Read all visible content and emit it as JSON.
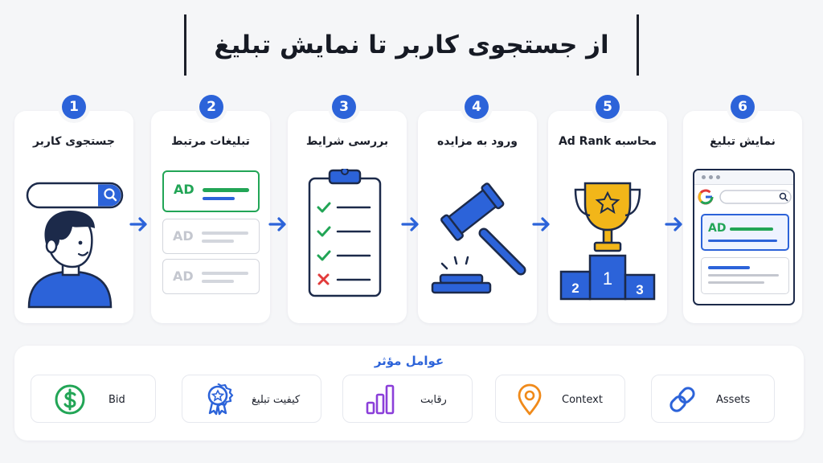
{
  "title": "از جستجوی کاربر تا نمایش تبلیغ",
  "steps": [
    {
      "number": "1",
      "label": "جستجوی کاربر"
    },
    {
      "number": "2",
      "label": "تبلیغات مرتبط"
    },
    {
      "number": "3",
      "label": "بررسی شرایط"
    },
    {
      "number": "4",
      "label": "ورود به مزایده"
    },
    {
      "number": "5",
      "label": "محاسبه Ad Rank"
    },
    {
      "number": "6",
      "label": "نمایش تبلیغ"
    }
  ],
  "ad_text": "AD",
  "podium": {
    "first": "1",
    "second": "2",
    "third": "3"
  },
  "factors": {
    "title": "عوامل مؤثر",
    "items": [
      {
        "label": "Bid",
        "icon": "dollar-icon",
        "color": "#22a556"
      },
      {
        "label": "کیفیت تبلیغ",
        "icon": "badge-icon",
        "color": "#2c63d9"
      },
      {
        "label": "رقابت",
        "icon": "bar-chart-icon",
        "color": "#8b3fd9"
      },
      {
        "label": "Context",
        "icon": "location-pin-icon",
        "color": "#f08a1a"
      },
      {
        "label": "Assets",
        "icon": "link-icon",
        "color": "#2c63d9"
      }
    ]
  },
  "colors": {
    "accent": "#2c63d9",
    "green": "#22a556",
    "red": "#e23b3b",
    "gold": "#f2b619",
    "navy": "#1c2a4a"
  }
}
